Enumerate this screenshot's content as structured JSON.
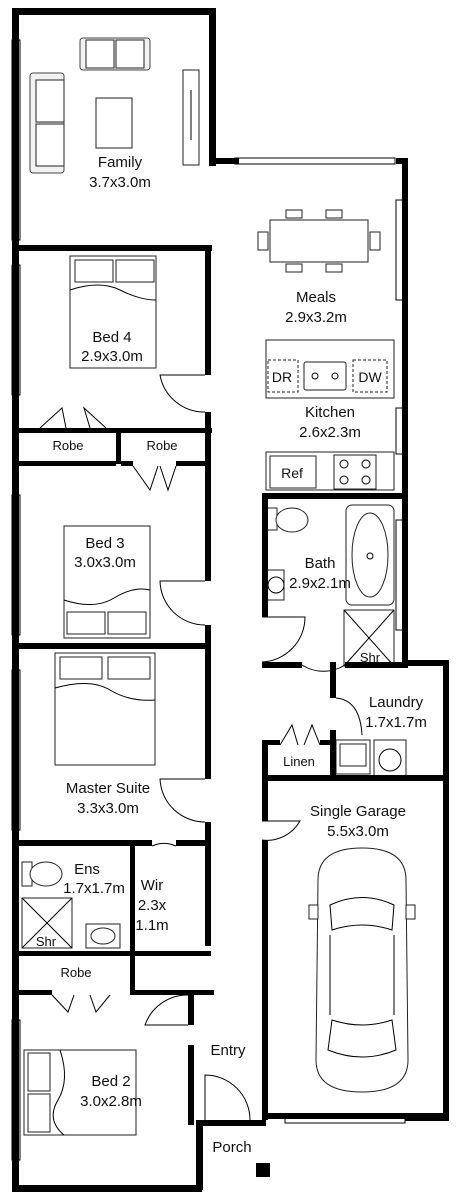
{
  "rooms": {
    "family": {
      "name": "Family",
      "size": "3.7x3.0m"
    },
    "meals": {
      "name": "Meals",
      "size": "2.9x3.2m"
    },
    "kitchen": {
      "name": "Kitchen",
      "size": "2.6x2.3m"
    },
    "bed4": {
      "name": "Bed 4",
      "size": "2.9x3.0m"
    },
    "robe_a": {
      "name": "Robe"
    },
    "robe_b": {
      "name": "Robe"
    },
    "bed3": {
      "name": "Bed 3",
      "size": "3.0x3.0m"
    },
    "bath": {
      "name": "Bath",
      "size": "2.9x2.1m"
    },
    "bath_shower": {
      "name": "Shr"
    },
    "laundry": {
      "name": "Laundry",
      "size": "1.7x1.7m"
    },
    "linen": {
      "name": "Linen"
    },
    "master": {
      "name": "Master Suite",
      "size": "3.3x3.0m"
    },
    "garage": {
      "name": "Single Garage",
      "size": "5.5x3.0m"
    },
    "ensuite": {
      "name": "Ens",
      "size": "1.7x1.7m"
    },
    "ensuite_shower": {
      "name": "Shr"
    },
    "wir": {
      "name": "Wir",
      "size_line1": "2.3x",
      "size_line2": "1.1m"
    },
    "robe_c": {
      "name": "Robe"
    },
    "entry": {
      "name": "Entry"
    },
    "bed2": {
      "name": "Bed 2",
      "size": "3.0x2.8m"
    },
    "porch": {
      "name": "Porch"
    }
  },
  "fixtures": {
    "dishwasher_left": "DR",
    "dishwasher": "DW",
    "fridge": "Ref"
  }
}
